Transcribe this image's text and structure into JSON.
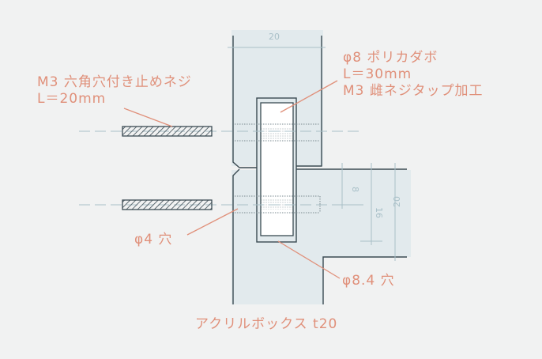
{
  "labels": {
    "set_screw_line1": "M3 六角穴付き止めネジ",
    "set_screw_line2": "L＝20mm",
    "rod_line1": "φ8 ポリカダボ",
    "rod_line2": "L＝30mm",
    "rod_line3": "M3 雌ネジタップ加工",
    "hole4": "φ4 穴",
    "hole84": "φ8.4 穴",
    "box": "アクリルボックス t20"
  },
  "dimensions": {
    "top_width": "20",
    "dim_8": "8",
    "dim_16": "16",
    "dim_20": "20"
  },
  "colors": {
    "label": "#e0907a",
    "fill": "#e2eaed",
    "outline": "#3a4a52",
    "dim": "#a9c0c8"
  }
}
